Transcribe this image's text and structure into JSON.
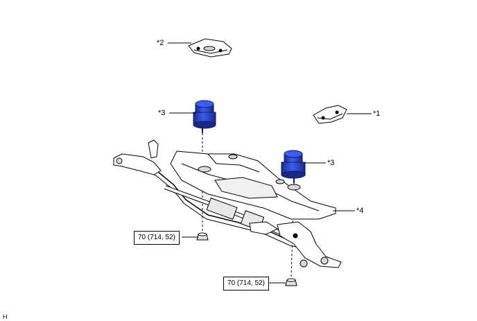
{
  "callouts": {
    "c1": "*1",
    "c2": "*2",
    "c3a": "*3",
    "c3b": "*3",
    "c4": "*4"
  },
  "torque_specs": [
    {
      "value": "70 (714, 52)"
    },
    {
      "value": "70 (714, 52)"
    }
  ],
  "figure_id": "H",
  "colors": {
    "insulator_blue": "#2f4fd6",
    "insulator_dark": "#1a2a8a",
    "line": "#000000",
    "part_fill": "#ffffff",
    "shade": "#d8d8d8"
  }
}
